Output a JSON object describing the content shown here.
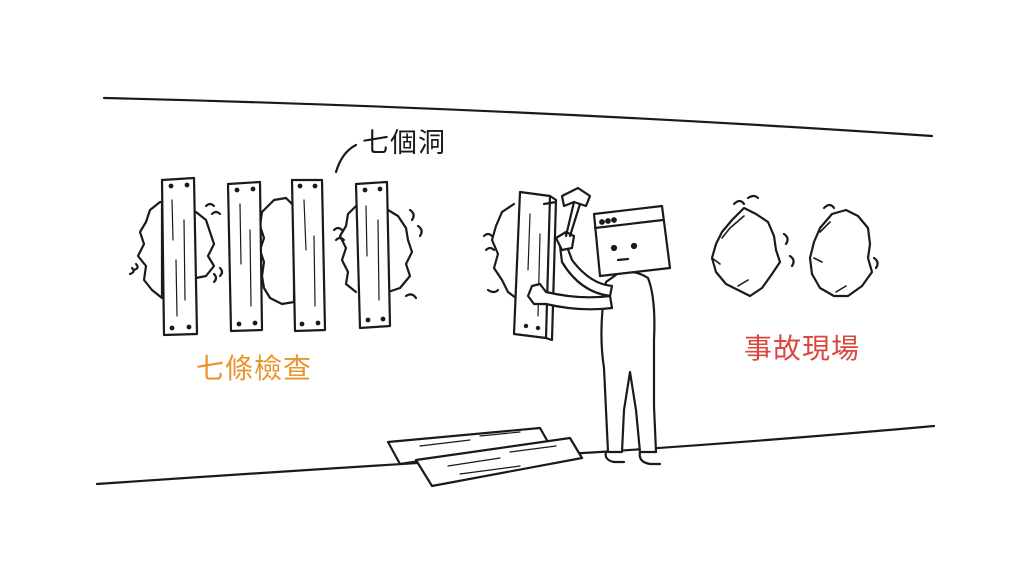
{
  "labels": {
    "holes": "七個洞",
    "checks": "七條檢查",
    "incident": "事故現場"
  },
  "colors": {
    "ink": "#1a1a1a",
    "checks": "#e8952e",
    "incident": "#d9473f",
    "paper": "#ffffff"
  }
}
